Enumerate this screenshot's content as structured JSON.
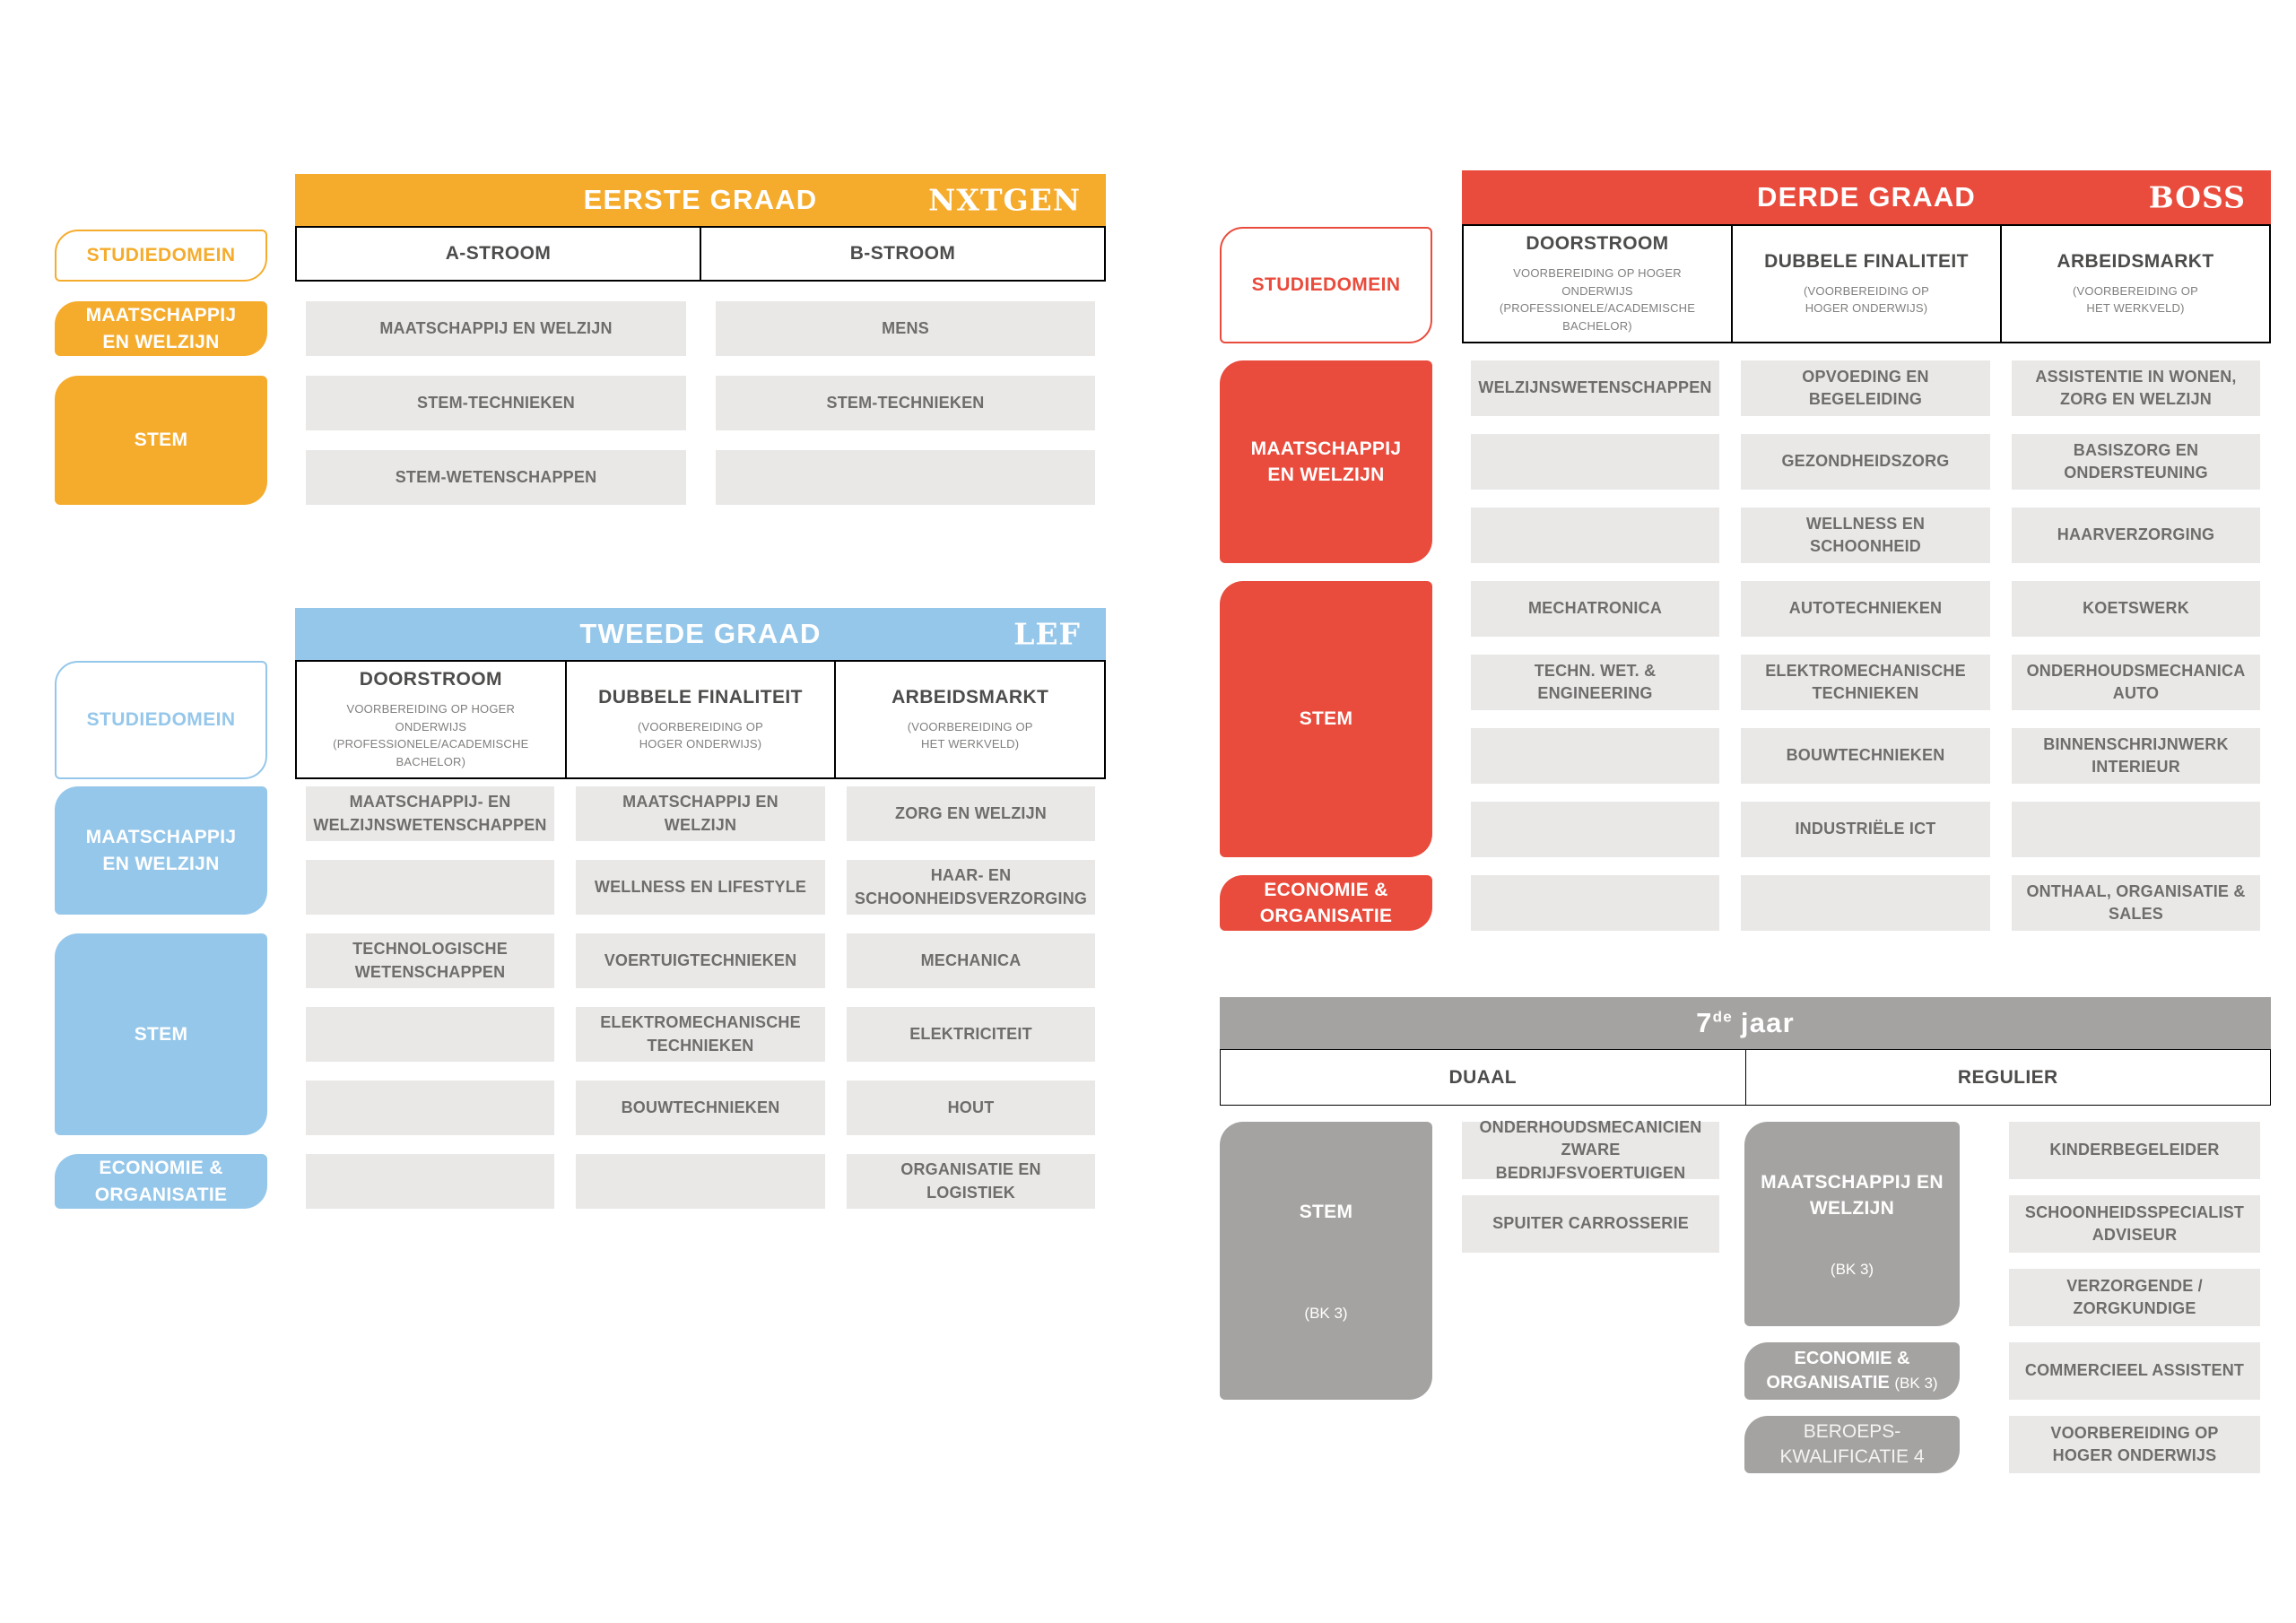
{
  "palette": {
    "orange": "#F5AC2D",
    "blue": "#95C7EA",
    "red": "#E94B3C",
    "gray": "#A5A3A1",
    "cell_bg": "#E9E8E7",
    "cell_text": "#6E6D6C"
  },
  "eerste": {
    "header": "EERSTE GRAAD",
    "logo": "NXTGEN",
    "studiedomein": "STUDIEDOMEIN",
    "columns": [
      "A-STROOM",
      "B-STROOM"
    ],
    "domains": [
      "MAATSCHAPPIJ EN WELZIJN",
      "STEM"
    ],
    "rows": [
      [
        "MAATSCHAPPIJ EN WELZIJN",
        "MENS"
      ],
      [
        "STEM-TECHNIEKEN",
        "STEM-TECHNIEKEN"
      ],
      [
        "STEM-WETENSCHAPPEN",
        ""
      ]
    ]
  },
  "tweede": {
    "header": "TWEEDE GRAAD",
    "logo": "LEF",
    "studiedomein": "STUDIEDOMEIN",
    "columns": [
      {
        "title": "DOORSTROOM",
        "subtitle": "VOORBEREIDING OP HOGER ONDERWIJS (PROFESSIONELE/ACADEMISCHE BACHELOR)"
      },
      {
        "title": "DUBBELE FINALITEIT",
        "subtitle": "(VOORBEREIDING OP HOGER ONDERWIJS)"
      },
      {
        "title": "ARBEIDSMARKT",
        "subtitle": "(VOORBEREIDING OP HET WERKVELD)"
      }
    ],
    "domains": [
      "MAATSCHAPPIJ EN WELZIJN",
      "STEM",
      "ECONOMIE & ORGANISATIE"
    ],
    "rows": [
      [
        "MAATSCHAPPIJ- EN WELZIJNSWETENSCHAPPEN",
        "MAATSCHAPPIJ EN WELZIJN",
        "ZORG EN WELZIJN"
      ],
      [
        "",
        "WELLNESS EN LIFESTYLE",
        "HAAR- EN SCHOONHEIDSVERZORGING"
      ],
      [
        "TECHNOLOGISCHE WETENSCHAPPEN",
        "VOERTUIGTECHNIEKEN",
        "MECHANICA"
      ],
      [
        "",
        "ELEKTROMECHANISCHE TECHNIEKEN",
        "ELEKTRICITEIT"
      ],
      [
        "",
        "BOUWTECHNIEKEN",
        "HOUT"
      ],
      [
        "",
        "",
        "ORGANISATIE EN LOGISTIEK"
      ]
    ]
  },
  "derde": {
    "header": "DERDE GRAAD",
    "logo": "BOSS",
    "studiedomein": "STUDIEDOMEIN",
    "columns": [
      {
        "title": "DOORSTROOM",
        "subtitle": "VOORBEREIDING OP HOGER ONDERWIJS (PROFESSIONELE/ACADEMISCHE BACHELOR)"
      },
      {
        "title": "DUBBELE FINALITEIT",
        "subtitle": "(VOORBEREIDING OP HOGER ONDERWIJS)"
      },
      {
        "title": "ARBEIDSMARKT",
        "subtitle": "(VOORBEREIDING OP HET WERKVELD)"
      }
    ],
    "domains": [
      "MAATSCHAPPIJ EN WELZIJN",
      "STEM",
      "ECONOMIE & ORGANISATIE"
    ],
    "rows": [
      [
        "WELZIJNSWETENSCHAPPEN",
        "OPVOEDING EN BEGELEIDING",
        "ASSISTENTIE IN WONEN, ZORG EN WELZIJN"
      ],
      [
        "",
        "GEZONDHEIDSZORG",
        "BASISZORG EN ONDERSTEUNING"
      ],
      [
        "",
        "WELLNESS EN SCHOONHEID",
        "HAARVERZORGING"
      ],
      [
        "MECHATRONICA",
        "AUTOTECHNIEKEN",
        "KOETSWERK"
      ],
      [
        "TECHN. WET. & ENGINEERING",
        "ELEKTROMECHANISCHE TECHNIEKEN",
        "ONDERHOUDSMECHANICA AUTO"
      ],
      [
        "",
        "BOUWTECHNIEKEN",
        "BINNENSCHRIJNWERK INTERIEUR"
      ],
      [
        "",
        "INDUSTRIËLE ICT",
        ""
      ],
      [
        "",
        "",
        "ONTHAAL, ORGANISATIE & SALES"
      ]
    ]
  },
  "zevende": {
    "header": {
      "num": "7",
      "sup": "de",
      "word": "jaar"
    },
    "columns": [
      "DUAAL",
      "REGULIER"
    ],
    "labels": {
      "stem": {
        "title": "STEM",
        "sub": "(BK 3)"
      },
      "maat": {
        "title": "MAATSCHAPPIJ EN WELZIJN",
        "sub": "(BK 3)"
      },
      "econ": {
        "title": "ECONOMIE & ORGANISATIE",
        "sub": "(BK 3)"
      },
      "beroeps": {
        "title": "BEROEPS-KWALIFICATIE 4"
      }
    },
    "duaal_cells": [
      "ONDERHOUDSMECANICIEN ZWARE BEDRIJFSVOERTUIGEN",
      "SPUITER CARROSSERIE"
    ],
    "regulier_cells": [
      "KINDERBEGELEIDER",
      "SCHOONHEIDSSPECIALIST ADVISEUR",
      "VERZORGENDE / ZORGKUNDIGE",
      "COMMERCIEEL ASSISTENT",
      "VOORBEREIDING OP HOGER ONDERWIJS"
    ]
  }
}
